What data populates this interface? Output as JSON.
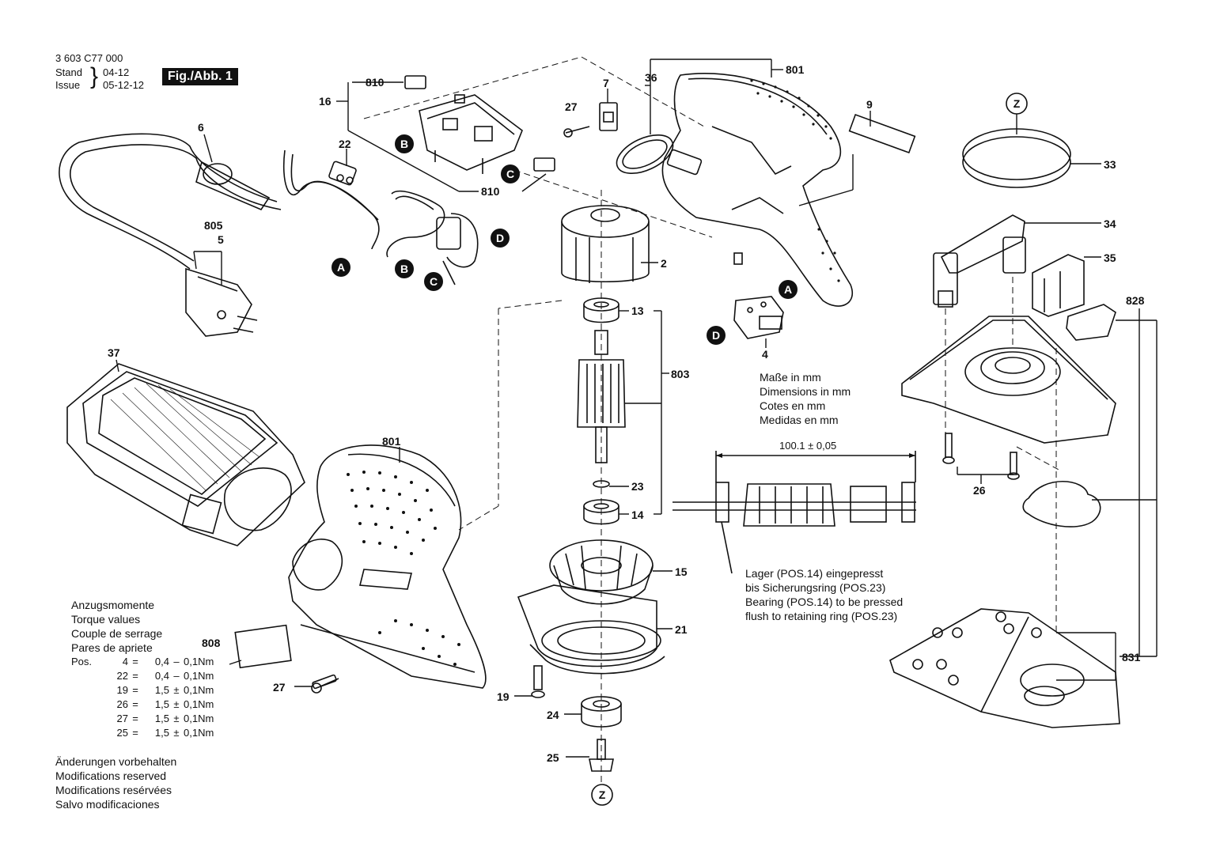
{
  "header": {
    "doc_number": "3 603 C77 000",
    "stand_label": "Stand",
    "stand_value": "04-12",
    "issue_label": "Issue",
    "issue_value": "05-12-12",
    "figure_label": "Fig./Abb. 1"
  },
  "part_labels": {
    "p6": "6",
    "p22": "22",
    "p810a": "810",
    "p810b": "810",
    "p16": "16",
    "p805": "805",
    "p5": "5",
    "p7": "7",
    "p27a": "27",
    "p36": "36",
    "p801a": "801",
    "p9": "9",
    "p2": "2",
    "p13": "13",
    "p803": "803",
    "p23": "23",
    "p14": "14",
    "p15": "15",
    "p21": "21",
    "p19": "19",
    "p24": "24",
    "p25": "25",
    "p4": "4",
    "p37": "37",
    "p801b": "801",
    "p808": "808",
    "p27b": "27",
    "p33": "33",
    "p34": "34",
    "p35": "35",
    "p828": "828",
    "p26": "26",
    "p831": "831"
  },
  "connectors": {
    "A": "A",
    "B": "B",
    "C": "C",
    "D": "D",
    "Z": "Z"
  },
  "dimensions": {
    "lines": [
      "Maße in mm",
      "Dimensions in mm",
      "Cotes en mm",
      "Medidas en mm"
    ],
    "value": "100.1 ± 0,05"
  },
  "bearing_note": {
    "lines": [
      "Lager (POS.14) eingepresst",
      "bis Sicherungsring (POS.23)",
      "Bearing (POS.14) to be pressed",
      "flush to retaining ring (POS.23)"
    ]
  },
  "torque": {
    "headings": [
      "Anzugsmomente",
      "Torque values",
      "Couple de serrage",
      "Pares de apriete"
    ],
    "pos_label": "Pos.",
    "rows": [
      {
        "pos": "4",
        "eq": "=",
        "val": "0,4",
        "sign": "–",
        "tol": "0,1Nm"
      },
      {
        "pos": "22",
        "eq": "=",
        "val": "0,4",
        "sign": "–",
        "tol": "0,1Nm"
      },
      {
        "pos": "19",
        "eq": "=",
        "val": "1,5",
        "sign": "±",
        "tol": "0,1Nm"
      },
      {
        "pos": "26",
        "eq": "=",
        "val": "1,5",
        "sign": "±",
        "tol": "0,1Nm"
      },
      {
        "pos": "27",
        "eq": "=",
        "val": "1,5",
        "sign": "±",
        "tol": "0,1Nm"
      },
      {
        "pos": "25",
        "eq": "=",
        "val": "1,5",
        "sign": "±",
        "tol": "0,1Nm"
      }
    ]
  },
  "modifications": {
    "lines": [
      "Änderungen vorbehalten",
      "Modifications reserved",
      "Modifications resérvées",
      "Salvo modificaciones"
    ]
  }
}
